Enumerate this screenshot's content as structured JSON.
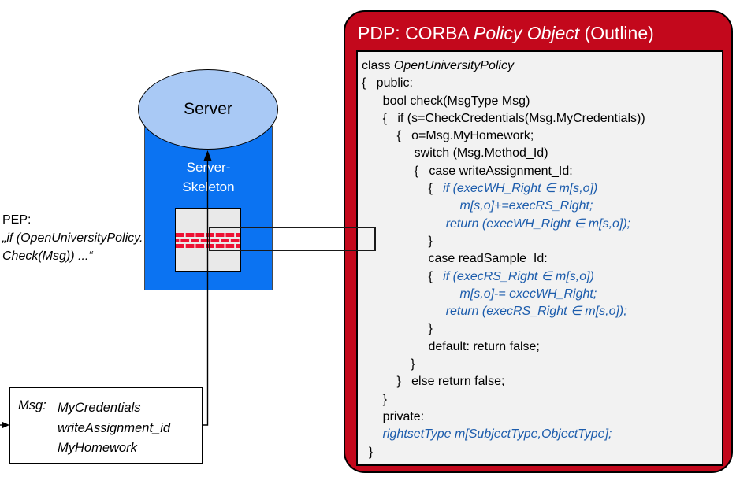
{
  "colors": {
    "pdp_red": "#c3081c",
    "panel_gray": "#f2f2f2",
    "code_blue": "#1c5cac",
    "skeleton_blue": "#0b73f2",
    "ellipse_blue": "#a9c9f5",
    "pep_gray": "#e9e9e9",
    "brick_red": "#ee1133"
  },
  "server": {
    "label": "Server"
  },
  "skeleton": {
    "line1": "Server-",
    "line2": "Skeleton"
  },
  "pep": {
    "heading": "PEP:",
    "line2": "„if (OpenUniversityPolicy.",
    "line3": "Check(Msg)) ...“"
  },
  "msg": {
    "label": "Msg:",
    "lines": [
      "MyCredentials",
      "writeAssignment_id",
      "MyHomework"
    ]
  },
  "pdp": {
    "title": {
      "prefix": "PDP: CORBA ",
      "emphasis": "Policy Object",
      "suffix": " (Outline)"
    },
    "code_lines": [
      [
        [
          "k",
          "class "
        ],
        [
          "ki",
          "OpenUniversityPolicy"
        ]
      ],
      [
        [
          "k",
          "{   public:"
        ]
      ],
      [
        [
          "k",
          "      bool check(MsgType Msg)"
        ]
      ],
      [
        [
          "k",
          "      {   if (s=CheckCredentials(Msg.MyCredentials))"
        ]
      ],
      [
        [
          "k",
          "          {   o=Msg.MyHomework;"
        ]
      ],
      [
        [
          "k",
          "               switch (Msg.Method_Id)"
        ]
      ],
      [
        [
          "k",
          "               {   case writeAssignment_Id:"
        ]
      ],
      [
        [
          "k",
          "                   {   "
        ],
        [
          "b",
          "if (execWH_Right ∈ m[s,o])"
        ]
      ],
      [
        [
          "k",
          "                            "
        ],
        [
          "b",
          "m[s,o]+=execRS_Right;"
        ]
      ],
      [
        [
          "k",
          "                        "
        ],
        [
          "b",
          "return (execWH_Right ∈ m[s,o]);"
        ]
      ],
      [
        [
          "k",
          "                   }"
        ]
      ],
      [
        [
          "k",
          "                   case readSample_Id:"
        ]
      ],
      [
        [
          "k",
          "                   {   "
        ],
        [
          "b",
          "if (execRS_Right ∈ m[s,o])"
        ]
      ],
      [
        [
          "k",
          "                            "
        ],
        [
          "b",
          "m[s,o]-= execWH_Right;"
        ]
      ],
      [
        [
          "k",
          "                        "
        ],
        [
          "b",
          "return (execRS_Right ∈ m[s,o]);"
        ]
      ],
      [
        [
          "k",
          "                   }"
        ]
      ],
      [
        [
          "k",
          "                   default: return false;"
        ]
      ],
      [
        [
          "k",
          "              }"
        ]
      ],
      [
        [
          "k",
          "          }   else return false;"
        ]
      ],
      [
        [
          "k",
          "      }"
        ]
      ],
      [
        [
          "k",
          "      private:"
        ]
      ],
      [
        [
          "k",
          "      "
        ],
        [
          "b",
          "rightsetType m[SubjectType,ObjectType];"
        ]
      ],
      [
        [
          "k",
          "  }"
        ]
      ]
    ]
  }
}
